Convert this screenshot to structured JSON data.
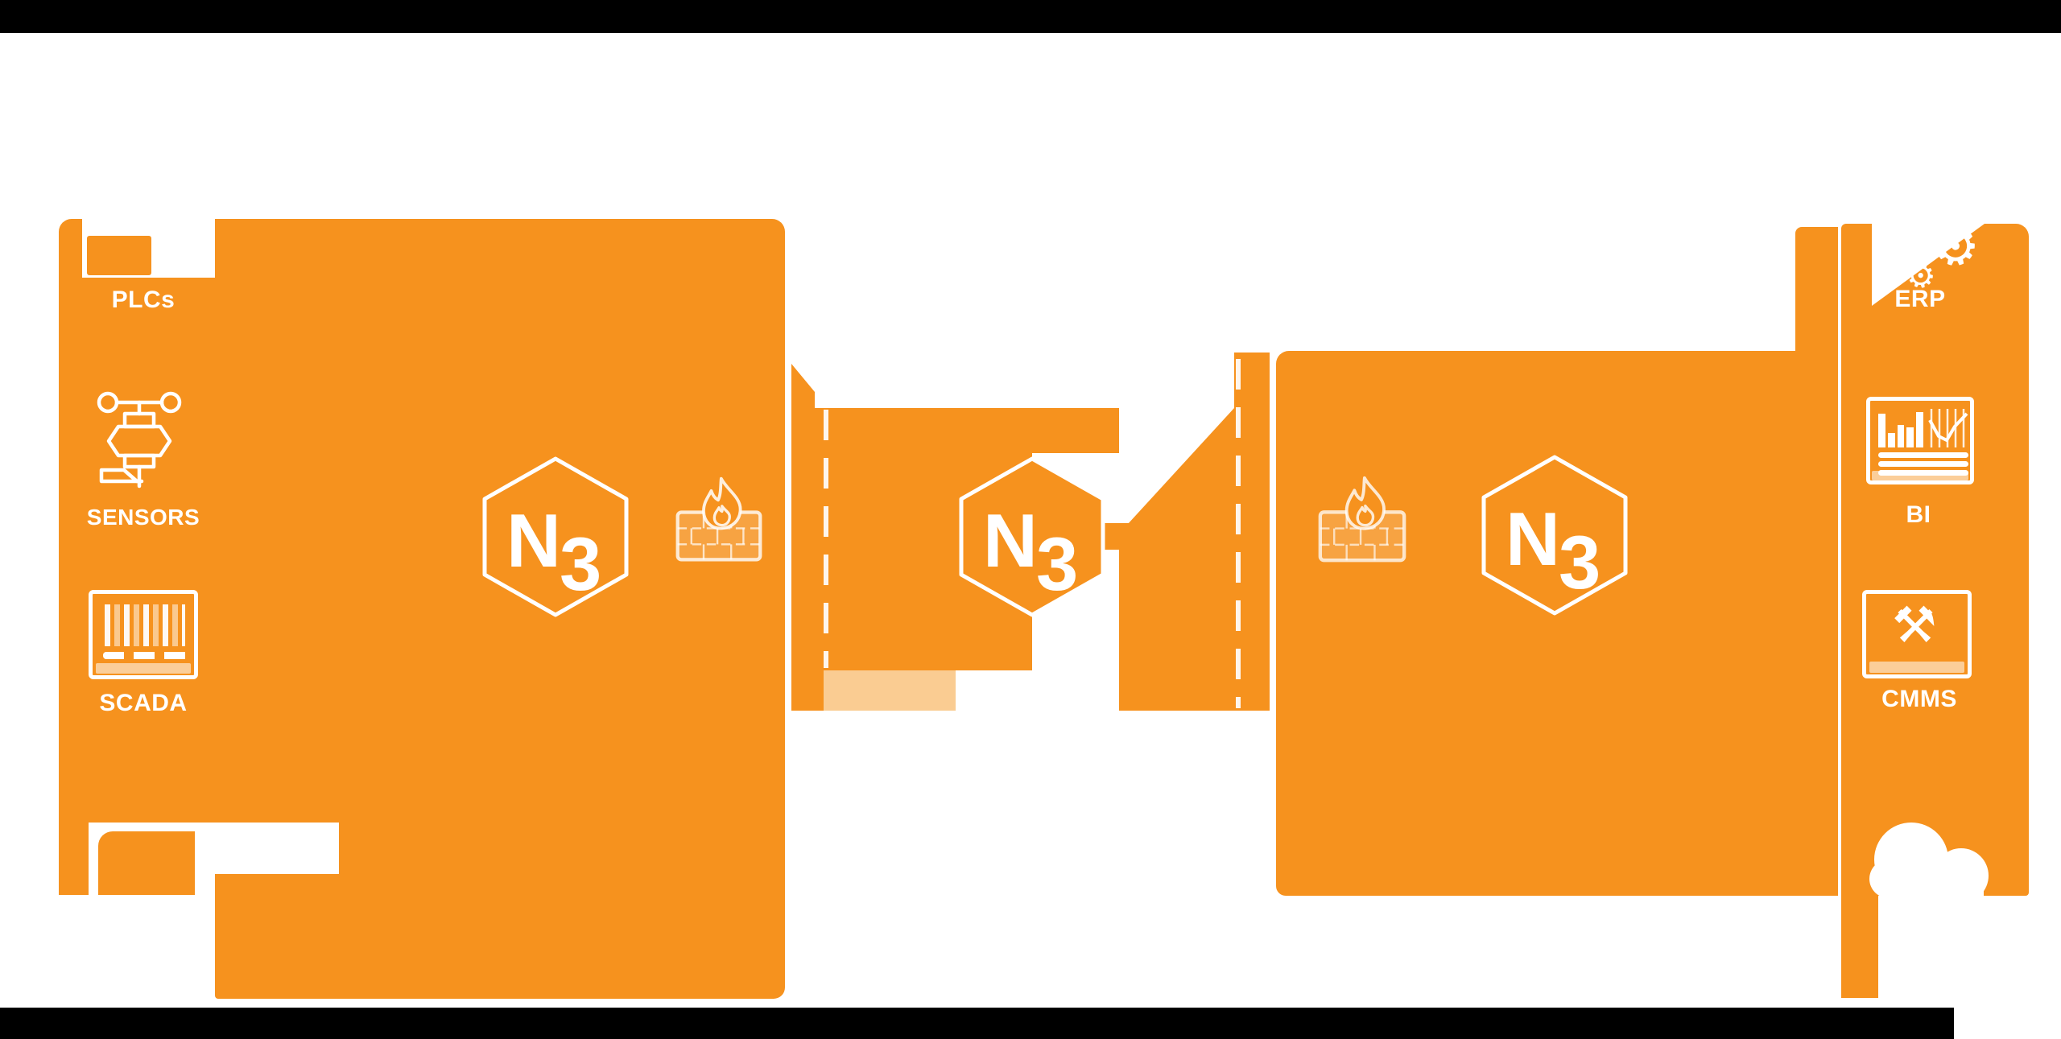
{
  "colors": {
    "orange": "#F6921E",
    "light_orange": "#FACC92",
    "letterbox": "#000000",
    "icon_stroke": "#FFFFFF"
  },
  "ot_zone": {
    "plcs_label": "PLCs",
    "sensors_label": "SENSORS",
    "scada_label": "SCADA",
    "logo": {
      "n": "N",
      "three": "3"
    }
  },
  "dmz_zone": {
    "logo": {
      "n": "N",
      "three": "3"
    }
  },
  "it_zone": {
    "erp_label": "ERP",
    "bi_label": "BI",
    "cmms_label": "CMMS",
    "logo": {
      "n": "N",
      "three": "3"
    },
    "gear_glyph": "⚙",
    "tools_glyph": "⚒"
  }
}
